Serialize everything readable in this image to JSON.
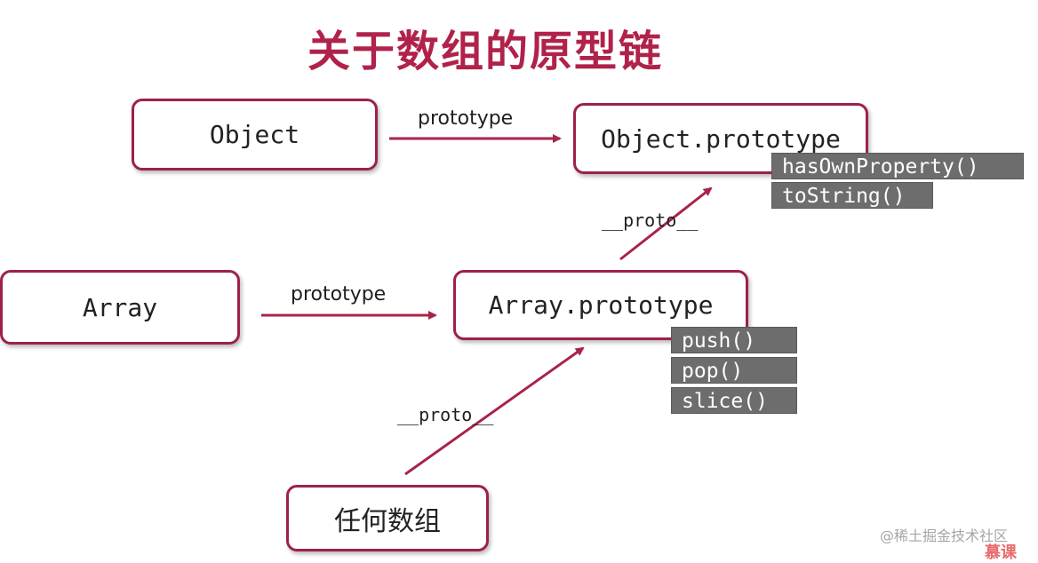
{
  "title": "关于数组的原型链",
  "nodes": {
    "object": "Object",
    "object_prototype": "Object.prototype",
    "array": "Array",
    "array_prototype": "Array.prototype",
    "any_array": "任何数组"
  },
  "object_prototype_methods": [
    "hasOwnProperty()",
    "toString()"
  ],
  "array_prototype_methods": [
    "push()",
    "pop()",
    "slice()"
  ],
  "edges": {
    "object_to_object_prototype": "prototype",
    "array_to_array_prototype": "prototype",
    "array_prototype_to_object_prototype": "__proto__",
    "any_array_to_array_prototype": "__proto__"
  },
  "colors": {
    "accent": "#9e2145",
    "title": "#b0224a",
    "method_bg": "#6d6d6d"
  },
  "watermark": "@稀土掘金技术社区",
  "logo": "慕课"
}
